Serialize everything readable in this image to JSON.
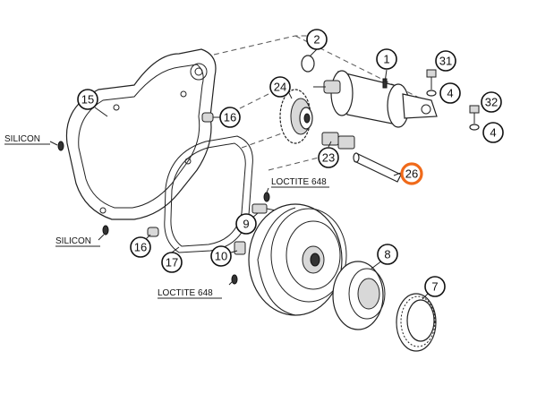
{
  "callouts": [
    {
      "id": "c1",
      "label": "1"
    },
    {
      "id": "c2",
      "label": "2"
    },
    {
      "id": "c4a",
      "label": "4"
    },
    {
      "id": "c4b",
      "label": "4"
    },
    {
      "id": "c7",
      "label": "7"
    },
    {
      "id": "c8",
      "label": "8"
    },
    {
      "id": "c9",
      "label": "9"
    },
    {
      "id": "c10",
      "label": "10"
    },
    {
      "id": "c15",
      "label": "15"
    },
    {
      "id": "c16a",
      "label": "16"
    },
    {
      "id": "c16b",
      "label": "16"
    },
    {
      "id": "c17",
      "label": "17"
    },
    {
      "id": "c23",
      "label": "23"
    },
    {
      "id": "c24",
      "label": "24"
    },
    {
      "id": "c26",
      "label": "26",
      "highlight": true
    },
    {
      "id": "c31",
      "label": "31"
    },
    {
      "id": "c32",
      "label": "32"
    }
  ],
  "notes": {
    "silicon_top": "SILICON",
    "silicon_bottom": "SILICON",
    "loctite_top": "LOCTITE 648",
    "loctite_bottom": "LOCTITE 648"
  },
  "colors": {
    "highlight": "#f06a1a",
    "line": "#222222"
  }
}
